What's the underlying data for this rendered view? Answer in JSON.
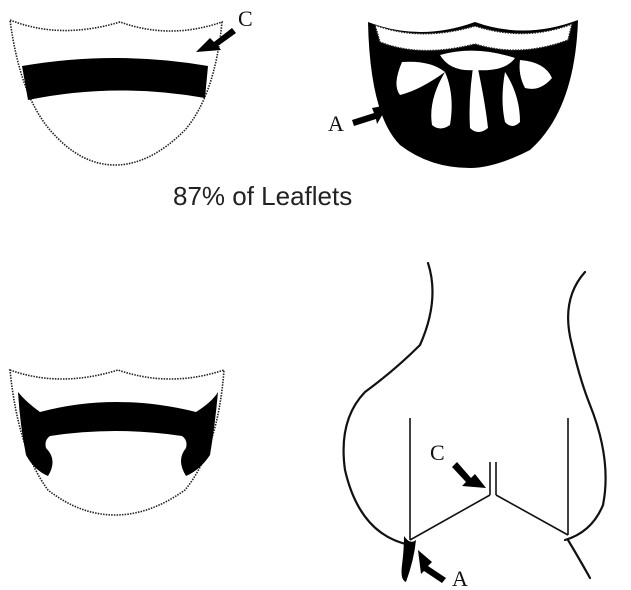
{
  "caption": "87% of Leaflets",
  "labels": {
    "top_left_c": "C",
    "top_right_a": "A",
    "bottom_right_c": "C",
    "bottom_right_a": "A"
  },
  "colors": {
    "ink": "#000000",
    "paper": "#ffffff"
  }
}
